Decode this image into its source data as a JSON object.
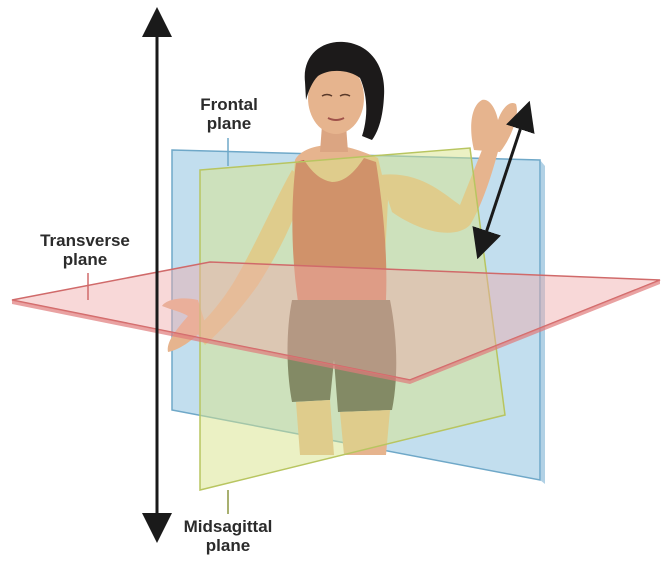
{
  "labels": {
    "frontal": {
      "line1": "Frontal",
      "line2": "plane"
    },
    "transverse": {
      "line1": "Transverse",
      "line2": "plane"
    },
    "midsagittal": {
      "line1": "Midsagittal",
      "line2": "plane"
    }
  },
  "colors": {
    "frontal_plane": "#8fc3e0",
    "transverse_plane": "#f0a8a8",
    "midsagittal_plane": "#d8e38a",
    "axis_arrow": "#1a1a1a",
    "label_text": "#2b2b2b",
    "skin": "#e6b48e",
    "tank_top": "#c8404a",
    "shorts": "#2e3140",
    "hair": "#1c1a1a"
  },
  "icons": {
    "vertical_axis": "double-headed-arrow-icon",
    "arm_axis": "double-headed-arrow-icon"
  }
}
